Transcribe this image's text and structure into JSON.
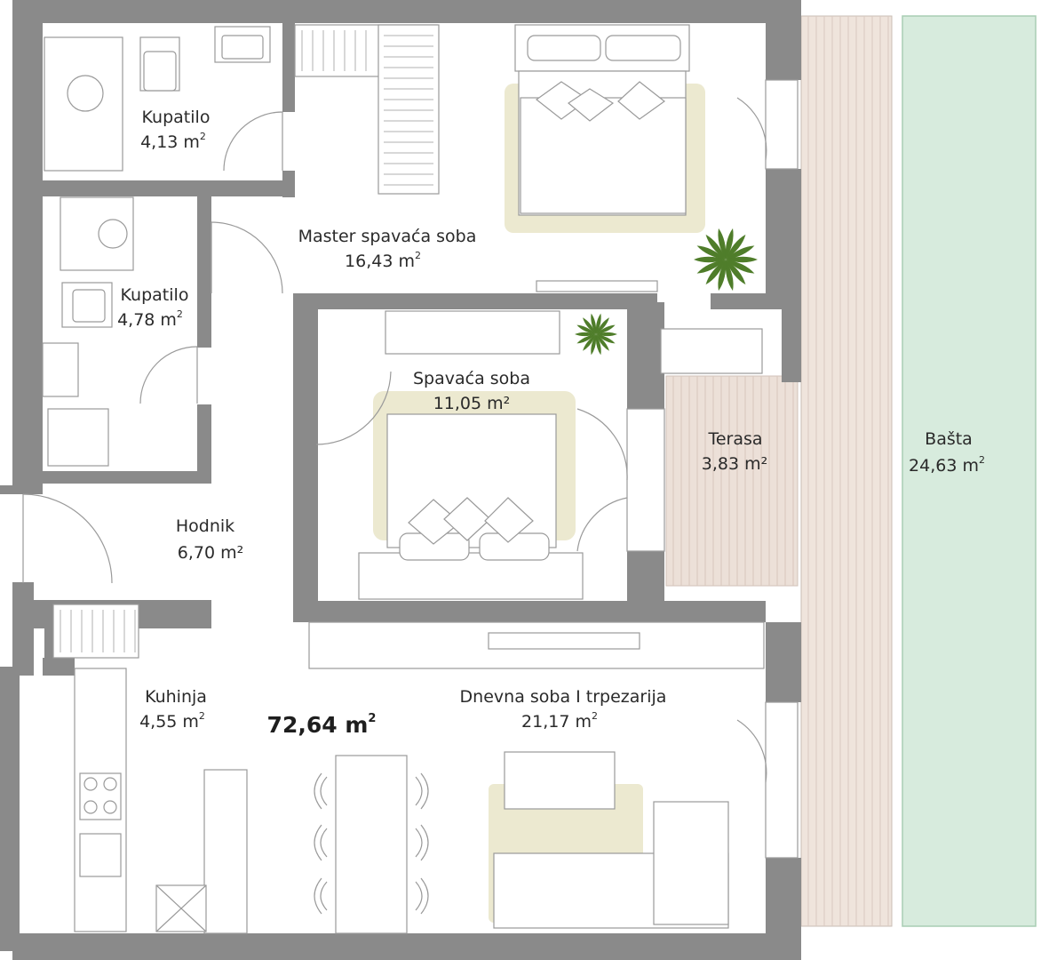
{
  "plan": {
    "total_area": "72,64 m",
    "total_area_sup": "2",
    "rooms": [
      {
        "id": "kupatilo-1",
        "name": "Kupatilo",
        "area": "4,13 m",
        "sup": "2"
      },
      {
        "id": "master",
        "name": "Master spavaća soba",
        "area": "16,43 m",
        "sup": "2"
      },
      {
        "id": "kupatilo-2",
        "name": "Kupatilo",
        "area": "4,78 m",
        "sup": "2"
      },
      {
        "id": "spavaca",
        "name": "Spavaća soba",
        "area": "11,05 m²",
        "sup": ""
      },
      {
        "id": "terasa",
        "name": "Terasa",
        "area": "3,83 m²",
        "sup": ""
      },
      {
        "id": "basta",
        "name": "Bašta",
        "area": "24,63 m",
        "sup": "2"
      },
      {
        "id": "hodnik",
        "name": "Hodnik",
        "area": "6,70 m²",
        "sup": ""
      },
      {
        "id": "kuhinja",
        "name": "Kuhinja",
        "area": "4,55 m",
        "sup": "2"
      },
      {
        "id": "dnevna",
        "name": "Dnevna soba I trpezarija",
        "area": "21,17 m",
        "sup": "2"
      }
    ]
  },
  "colors": {
    "wall": "#8a8a8a",
    "rug": "#ece9d0",
    "terrace_deck": "#ece0d8",
    "garden": "#d7ebdd",
    "plant": "#4f7d2a"
  }
}
